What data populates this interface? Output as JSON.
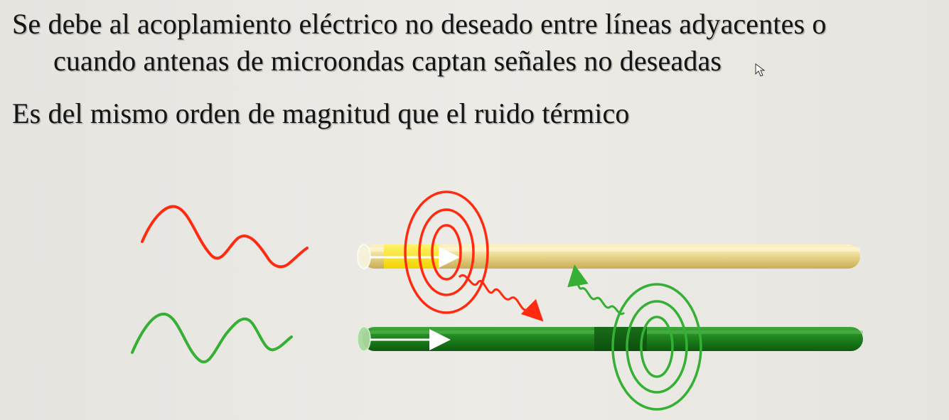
{
  "slide": {
    "bullet1_line1": "Se debe al acoplamiento eléctrico no deseado entre líneas adyacentes o",
    "bullet1_line2": "cuando antenas de microondas captan señales no deseadas",
    "bullet2": "Es del mismo orden de magnitud que el ruido térmico"
  },
  "colors": {
    "background": "#e9e7e2",
    "red_signal": "#ff2a10",
    "green_signal": "#35b035",
    "yellow_cable": "#f1de98",
    "green_cable": "#1f8a1f"
  },
  "icons": {
    "red_wave": "red-sine-wave-icon",
    "green_wave": "green-sine-wave-icon",
    "cursor": "mouse-cursor-icon"
  }
}
